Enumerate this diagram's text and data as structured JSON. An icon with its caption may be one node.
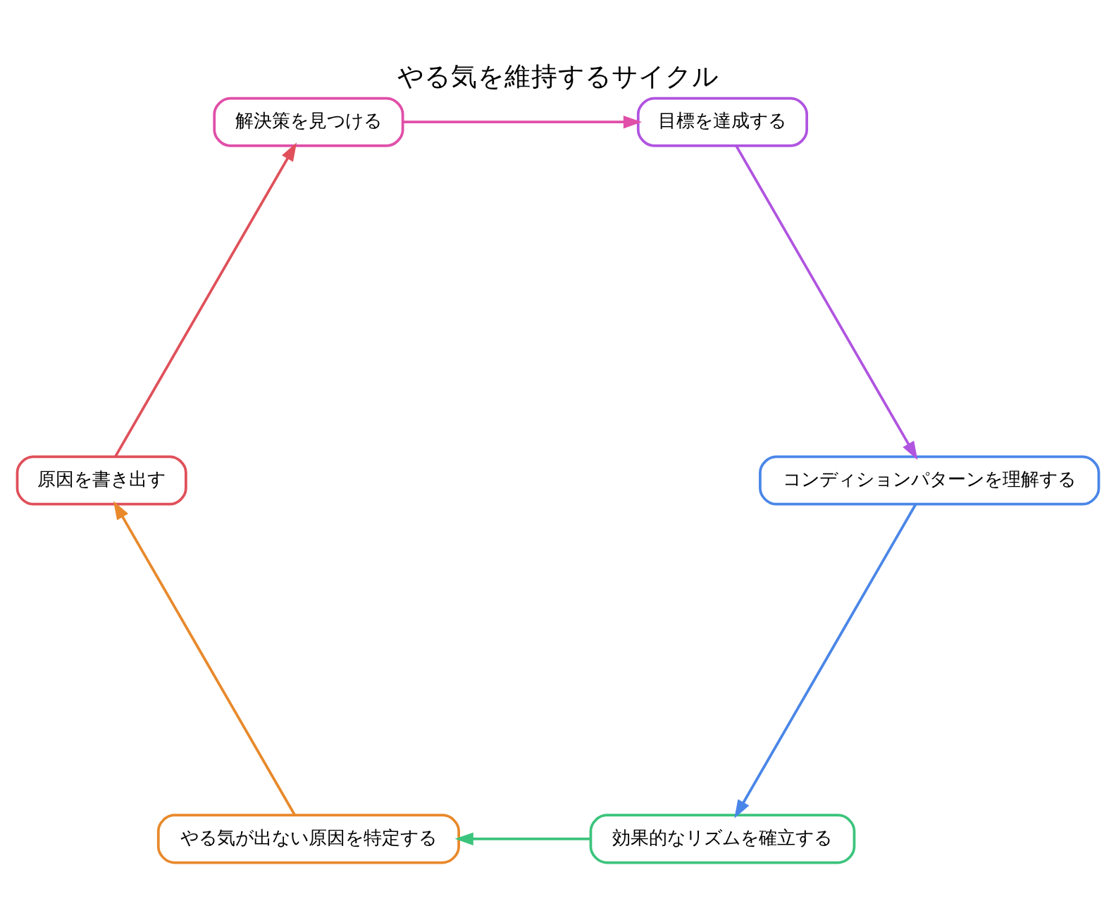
{
  "diagram": {
    "title": "やる気を維持するサイクル",
    "nodes": [
      {
        "text": [
          "効果的なリズムを確立する"
        ]
      },
      {
        "text": [
          "やる気が出ない原因を特定する"
        ]
      },
      {
        "text": [
          "原因を書き出す"
        ]
      },
      {
        "text": [
          "解決策を見つける"
        ]
      },
      {
        "text": [
          "目標を達成する"
        ]
      },
      {
        "text": [
          "コンディションパターンを理解する"
        ]
      }
    ],
    "edges": [
      {
        "from": 0,
        "to": 1,
        "arrow": "to",
        "color": "#3cc47c"
      },
      {
        "from": 1,
        "to": 2,
        "arrow": "to",
        "color": "#e8892b"
      },
      {
        "from": 2,
        "to": 3,
        "arrow": "to",
        "color": "#e0505a"
      },
      {
        "from": 3,
        "to": 4,
        "arrow": "to",
        "color": "#e04fa8"
      },
      {
        "from": 4,
        "to": 5,
        "arrow": "to",
        "color": "#b054e0"
      },
      {
        "from": 5,
        "to": 0,
        "arrow": "to",
        "color": "#4a86e8"
      }
    ]
  }
}
